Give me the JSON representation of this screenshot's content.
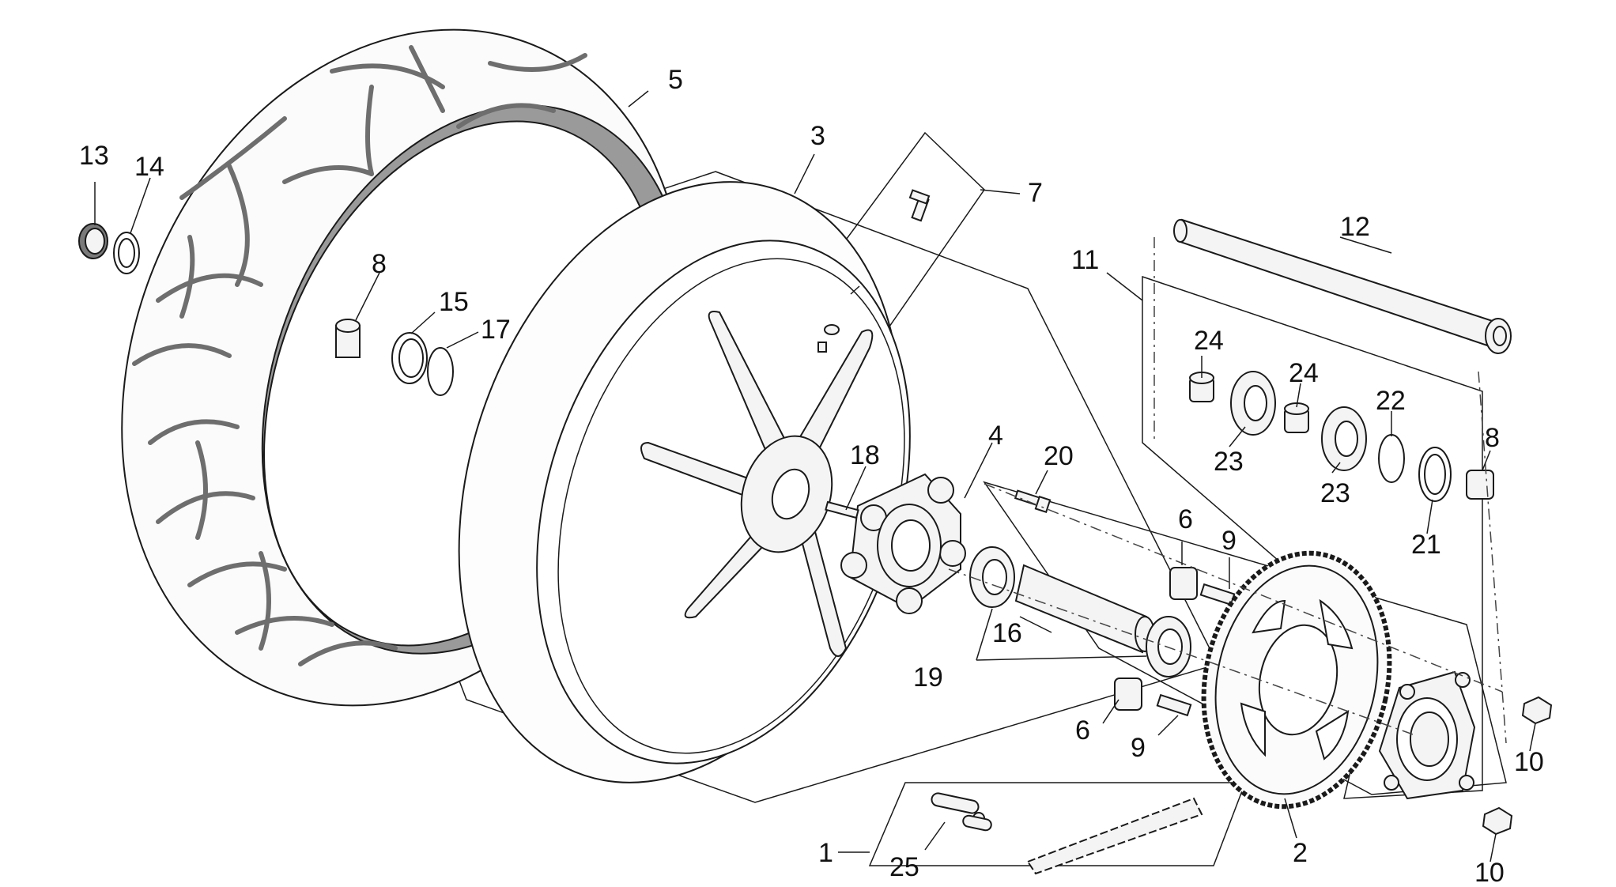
{
  "labels": {
    "l1": "1",
    "l2": "2",
    "l3": "3",
    "l4": "4",
    "l5": "5",
    "l6a": "6",
    "l6b": "6",
    "l7": "7",
    "l8a": "8",
    "l8b": "8",
    "l9a": "9",
    "l9b": "9",
    "l10a": "10",
    "l10b": "10",
    "l11": "11",
    "l12": "12",
    "l13": "13",
    "l14": "14",
    "l15": "15",
    "l16": "16",
    "l17": "17",
    "l18": "18",
    "l19": "19",
    "l20": "20",
    "l21": "21",
    "l22": "22",
    "l23a": "23",
    "l23b": "23",
    "l24a": "24",
    "l24b": "24",
    "l25": "25"
  },
  "colors": {
    "line": "#1a1a1a",
    "tire_inner": "#9a9a9a",
    "tread": "#6e6e6e",
    "part_fill": "#f4f4f4"
  }
}
